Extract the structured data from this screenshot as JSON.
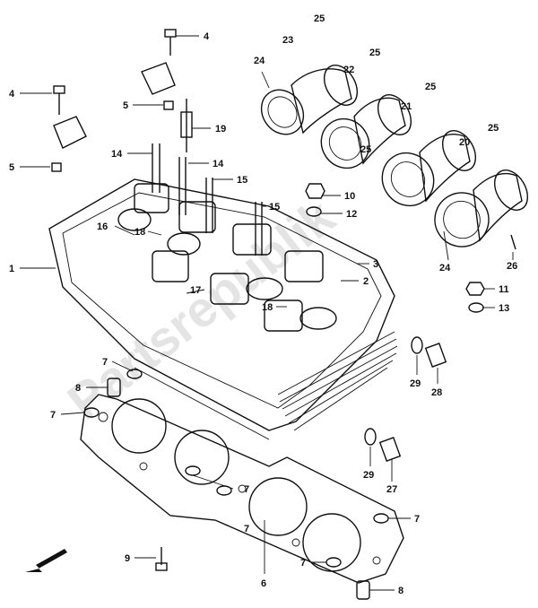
{
  "watermark": "Partsrepublik",
  "part_numbers": [
    "1",
    "2",
    "3",
    "4",
    "4",
    "5",
    "5",
    "6",
    "7",
    "7",
    "7",
    "7",
    "7",
    "7",
    "8",
    "8",
    "9",
    "10",
    "11",
    "12",
    "13",
    "14",
    "14",
    "15",
    "15",
    "16",
    "17",
    "18",
    "18",
    "19",
    "20",
    "21",
    "22",
    "23",
    "24",
    "24",
    "25",
    "25",
    "25",
    "25",
    "25",
    "26",
    "27",
    "28",
    "29",
    "29"
  ],
  "icons": {
    "front_arrow": "direction-arrow-icon"
  }
}
